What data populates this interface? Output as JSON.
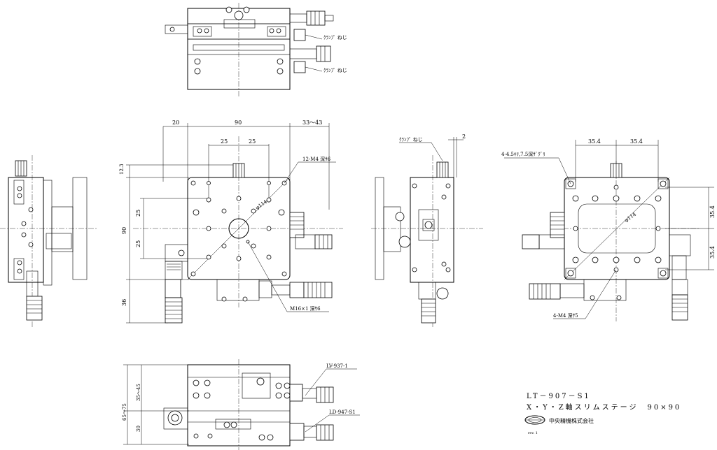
{
  "top_view": {
    "clamp_screw_1": "ｸﾗﾝﾌﾟ ねじ",
    "clamp_screw_2": "ｸﾗﾝﾌﾟ ねじ"
  },
  "front_view": {
    "dim_20": "20",
    "dim_90": "90",
    "dim_33_43": "33～43",
    "dim_25a": "25",
    "dim_25b": "25",
    "dim_12_3": "12.3",
    "dim_90v": "90",
    "dim_25c": "25",
    "dim_25d": "25",
    "dim_36": "36",
    "note_12_m4": "12-M4 深ｻ6",
    "note_phi114": "φ114",
    "note_m16": "M16×1 深ｻ6"
  },
  "side_view": {
    "clamp_screw": "ｸﾗﾝﾌﾟ ねじ",
    "dim_2": "2"
  },
  "bottom_view": {
    "dim_35_4a": "35.4",
    "dim_35_4b": "35.4",
    "dim_35_4c": "35.4",
    "dim_35_4d": "35.4",
    "note_4_4_5": "4-4.5ｷﾘ,7.5深ｻﾞｸﾞﾘ",
    "note_phi114": "φ114",
    "note_4_m4": "4-M4 深ｻ5"
  },
  "lower_view": {
    "dim_35_45": "35～45",
    "dim_65_75": "65～75",
    "dim_30": "30",
    "label_lv": "LV-937-1",
    "label_ld": "LD-947-S1"
  },
  "title_block": {
    "model": "LT－907－S1",
    "description": "X・Y・Z軸スリムステージ　90×90",
    "company": "中央精機株式会社",
    "rev": "rev. 1"
  }
}
